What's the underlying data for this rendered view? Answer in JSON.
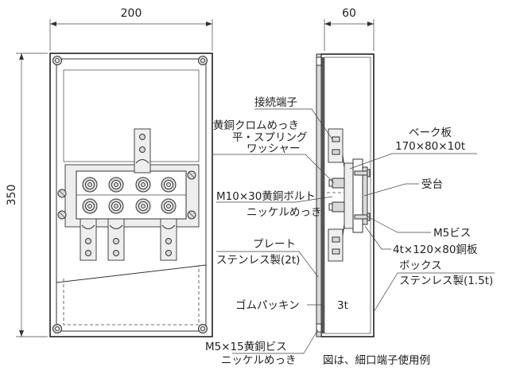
{
  "dimensions": {
    "front_width": "200",
    "height": "350",
    "side_depth": "60"
  },
  "labels": {
    "terminal": "接続端子",
    "washer_l1": "黄銅クロムめっき",
    "washer_l2": "平・スプリング",
    "washer_l3": "ワッシャー",
    "bakelite_l1": "ベーク板",
    "bakelite_l2": "170×80×10t",
    "support": "受台",
    "bolt_l1": "M10×30黄銅ボルト",
    "bolt_l2": "ニッケルめっき",
    "m5_screw": "M5ビス",
    "plate_l1": "プレート",
    "plate_l2": "ステンレス製(2t)",
    "copper_plate": "4t×120×80銅板",
    "box_l1": "ボックス",
    "box_l2": "ステンレス製(1.5t)",
    "gasket": "ゴムパッキン",
    "thickness": "3t",
    "brass_screw_l1": "M5×15黄銅ビス",
    "brass_screw_l2": "ニッケルめっき",
    "caption": "図は、細口端子使用例"
  }
}
